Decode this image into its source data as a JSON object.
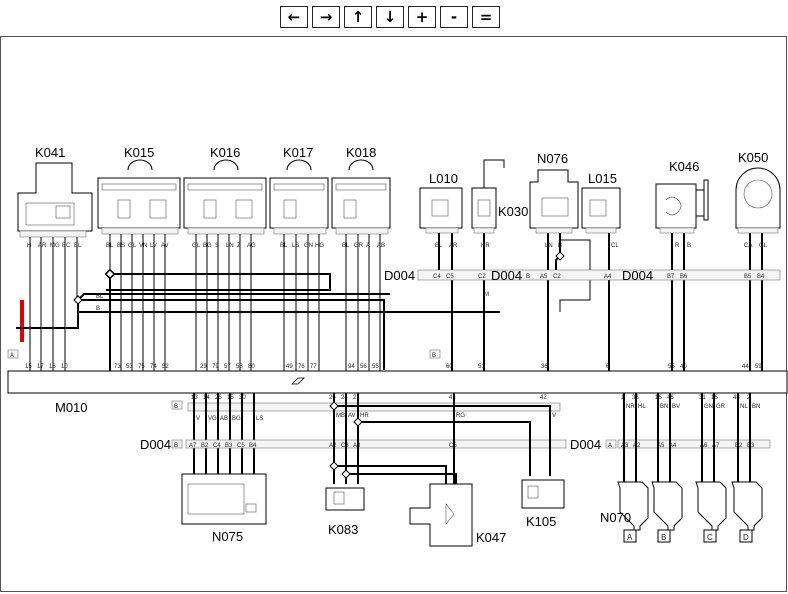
{
  "toolbar": {
    "left": "←",
    "right": "→",
    "up": "↑",
    "down": "↓",
    "zoom_in": "+",
    "zoom_out": "-",
    "fit": "="
  },
  "components": {
    "k041": "K041",
    "k015": "K015",
    "k016": "K016",
    "k017": "K017",
    "k018": "K018",
    "l010": "L010",
    "k030": "K030",
    "n076": "N076",
    "l015": "L015",
    "k046": "K046",
    "k050": "K050",
    "m010": "M010",
    "n075": "N075",
    "k083": "K083",
    "k047": "K047",
    "k105": "K105",
    "n070": "N070"
  },
  "connectors": {
    "d004_a": "D004",
    "d004_b": "D004",
    "d004_c": "D004",
    "d004_d": "D004",
    "d004_e": "D004"
  },
  "letters": {
    "a": "A",
    "b": "B",
    "c": "C",
    "d": "D"
  },
  "pin_rows": {
    "k041_pins": [
      "15",
      "17",
      "16",
      "10"
    ],
    "k015_pins": [
      "73",
      "53",
      "75",
      "74",
      "52"
    ],
    "k016_pins": [
      "29",
      "79",
      "57",
      "58",
      "80"
    ],
    "k017_pins": [
      "49",
      "76",
      "77"
    ],
    "k018_pins": [
      "94",
      "56",
      "55"
    ],
    "l010_pins": [
      "60"
    ],
    "k030_pins": [
      "51"
    ],
    "n076_pins": [
      "36"
    ],
    "l015_pins": [
      "6"
    ],
    "k046_pins": [
      "55",
      "40"
    ],
    "k050_pins": [
      "44",
      "59"
    ],
    "n075_pins": [
      "13",
      "14",
      "25",
      "15",
      "30"
    ],
    "k083_pins": [
      "26",
      "24",
      "21"
    ],
    "k047_pins": [
      "41"
    ],
    "k105_pins": [
      "42"
    ],
    "n070_pins": [
      "1",
      "33",
      "16",
      "46",
      "31",
      "16",
      "48",
      "2"
    ]
  },
  "wire_codes": {
    "k041": [
      "H",
      "AR",
      "MG",
      "BC",
      "BL"
    ],
    "k015": [
      "BL",
      "BS",
      "GL",
      "VN",
      "LV",
      "AV"
    ],
    "k016": [
      "GL",
      "BG",
      "S",
      "LN",
      "Z",
      "AG"
    ],
    "k017": [
      "BL",
      "LS",
      "GN",
      "HG"
    ],
    "k018": [
      "BL",
      "GR",
      "A",
      "AB"
    ],
    "bus": [
      "BL",
      "B"
    ],
    "l010": [
      "BL",
      "AR"
    ],
    "k030": [
      "HR",
      "M"
    ],
    "n076": [
      "LN",
      "B"
    ],
    "l015": [
      "CL"
    ],
    "k046": [
      "R",
      "B"
    ],
    "k050": [
      "CA",
      "GL"
    ],
    "n075": [
      "V",
      "VG",
      "AB",
      "BG",
      "LS"
    ],
    "k083": [
      "MB",
      "AV",
      "HR"
    ],
    "k047": [
      "RG"
    ],
    "k105": [
      "V"
    ],
    "n070": [
      "NR",
      "HL",
      "BN",
      "BV",
      "GN",
      "GR",
      "NL",
      "BN"
    ]
  },
  "d004_pins": {
    "row1": [
      "C4",
      "C5",
      "C2",
      "B",
      "A5",
      "C2",
      "A4",
      "B7",
      "B6",
      "B5",
      "B4"
    ],
    "row2": [
      "A7",
      "B2",
      "C4",
      "B3",
      "C5",
      "B4",
      "A2",
      "C3",
      "A3",
      "C6",
      "A3",
      "A2",
      "A5",
      "A4",
      "A6",
      "A7",
      "B2",
      "B3"
    ]
  },
  "colors": {
    "wire": "#000000",
    "highlight": "#e00000",
    "frame": "#555555"
  }
}
